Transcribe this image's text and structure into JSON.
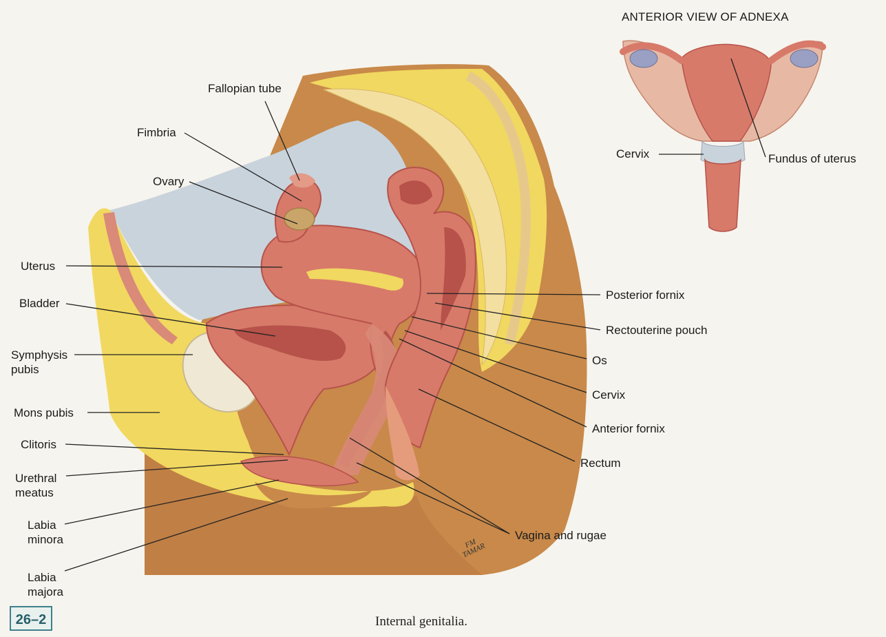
{
  "inset": {
    "title": "ANTERIOR VIEW OF ADNEXA"
  },
  "labels": {
    "fallopian_tube": "Fallopian tube",
    "fimbria": "Fimbria",
    "ovary": "Ovary",
    "uterus": "Uterus",
    "bladder": "Bladder",
    "symphysis_pubis": "Symphysis\npubis",
    "mons_pubis": "Mons pubis",
    "clitoris": "Clitoris",
    "urethral_meatus": "Urethral\nmeatus",
    "labia_minora": "Labia\nminora",
    "labia_majora": "Labia\nmajora",
    "posterior_fornix": "Posterior fornix",
    "rectouterine_pouch": "Rectouterine pouch",
    "os": "Os",
    "cervix": "Cervix",
    "anterior_fornix": "Anterior fornix",
    "rectum": "Rectum",
    "vagina_and_rugae": "Vagina and rugae",
    "inset_cervix": "Cervix",
    "inset_fundus": "Fundus of uterus"
  },
  "figure": {
    "number": "26–2",
    "caption": "Internal genitalia."
  },
  "artist_signature": "FM\nTAMAR",
  "colors": {
    "skin": "#c8894a",
    "fat": "#f1d860",
    "muscle": "#d77a6a",
    "muscle_dark": "#b6524a",
    "peritoneum": "#c9d3dc",
    "bone": "#efe8d4",
    "leader": "#222222"
  }
}
